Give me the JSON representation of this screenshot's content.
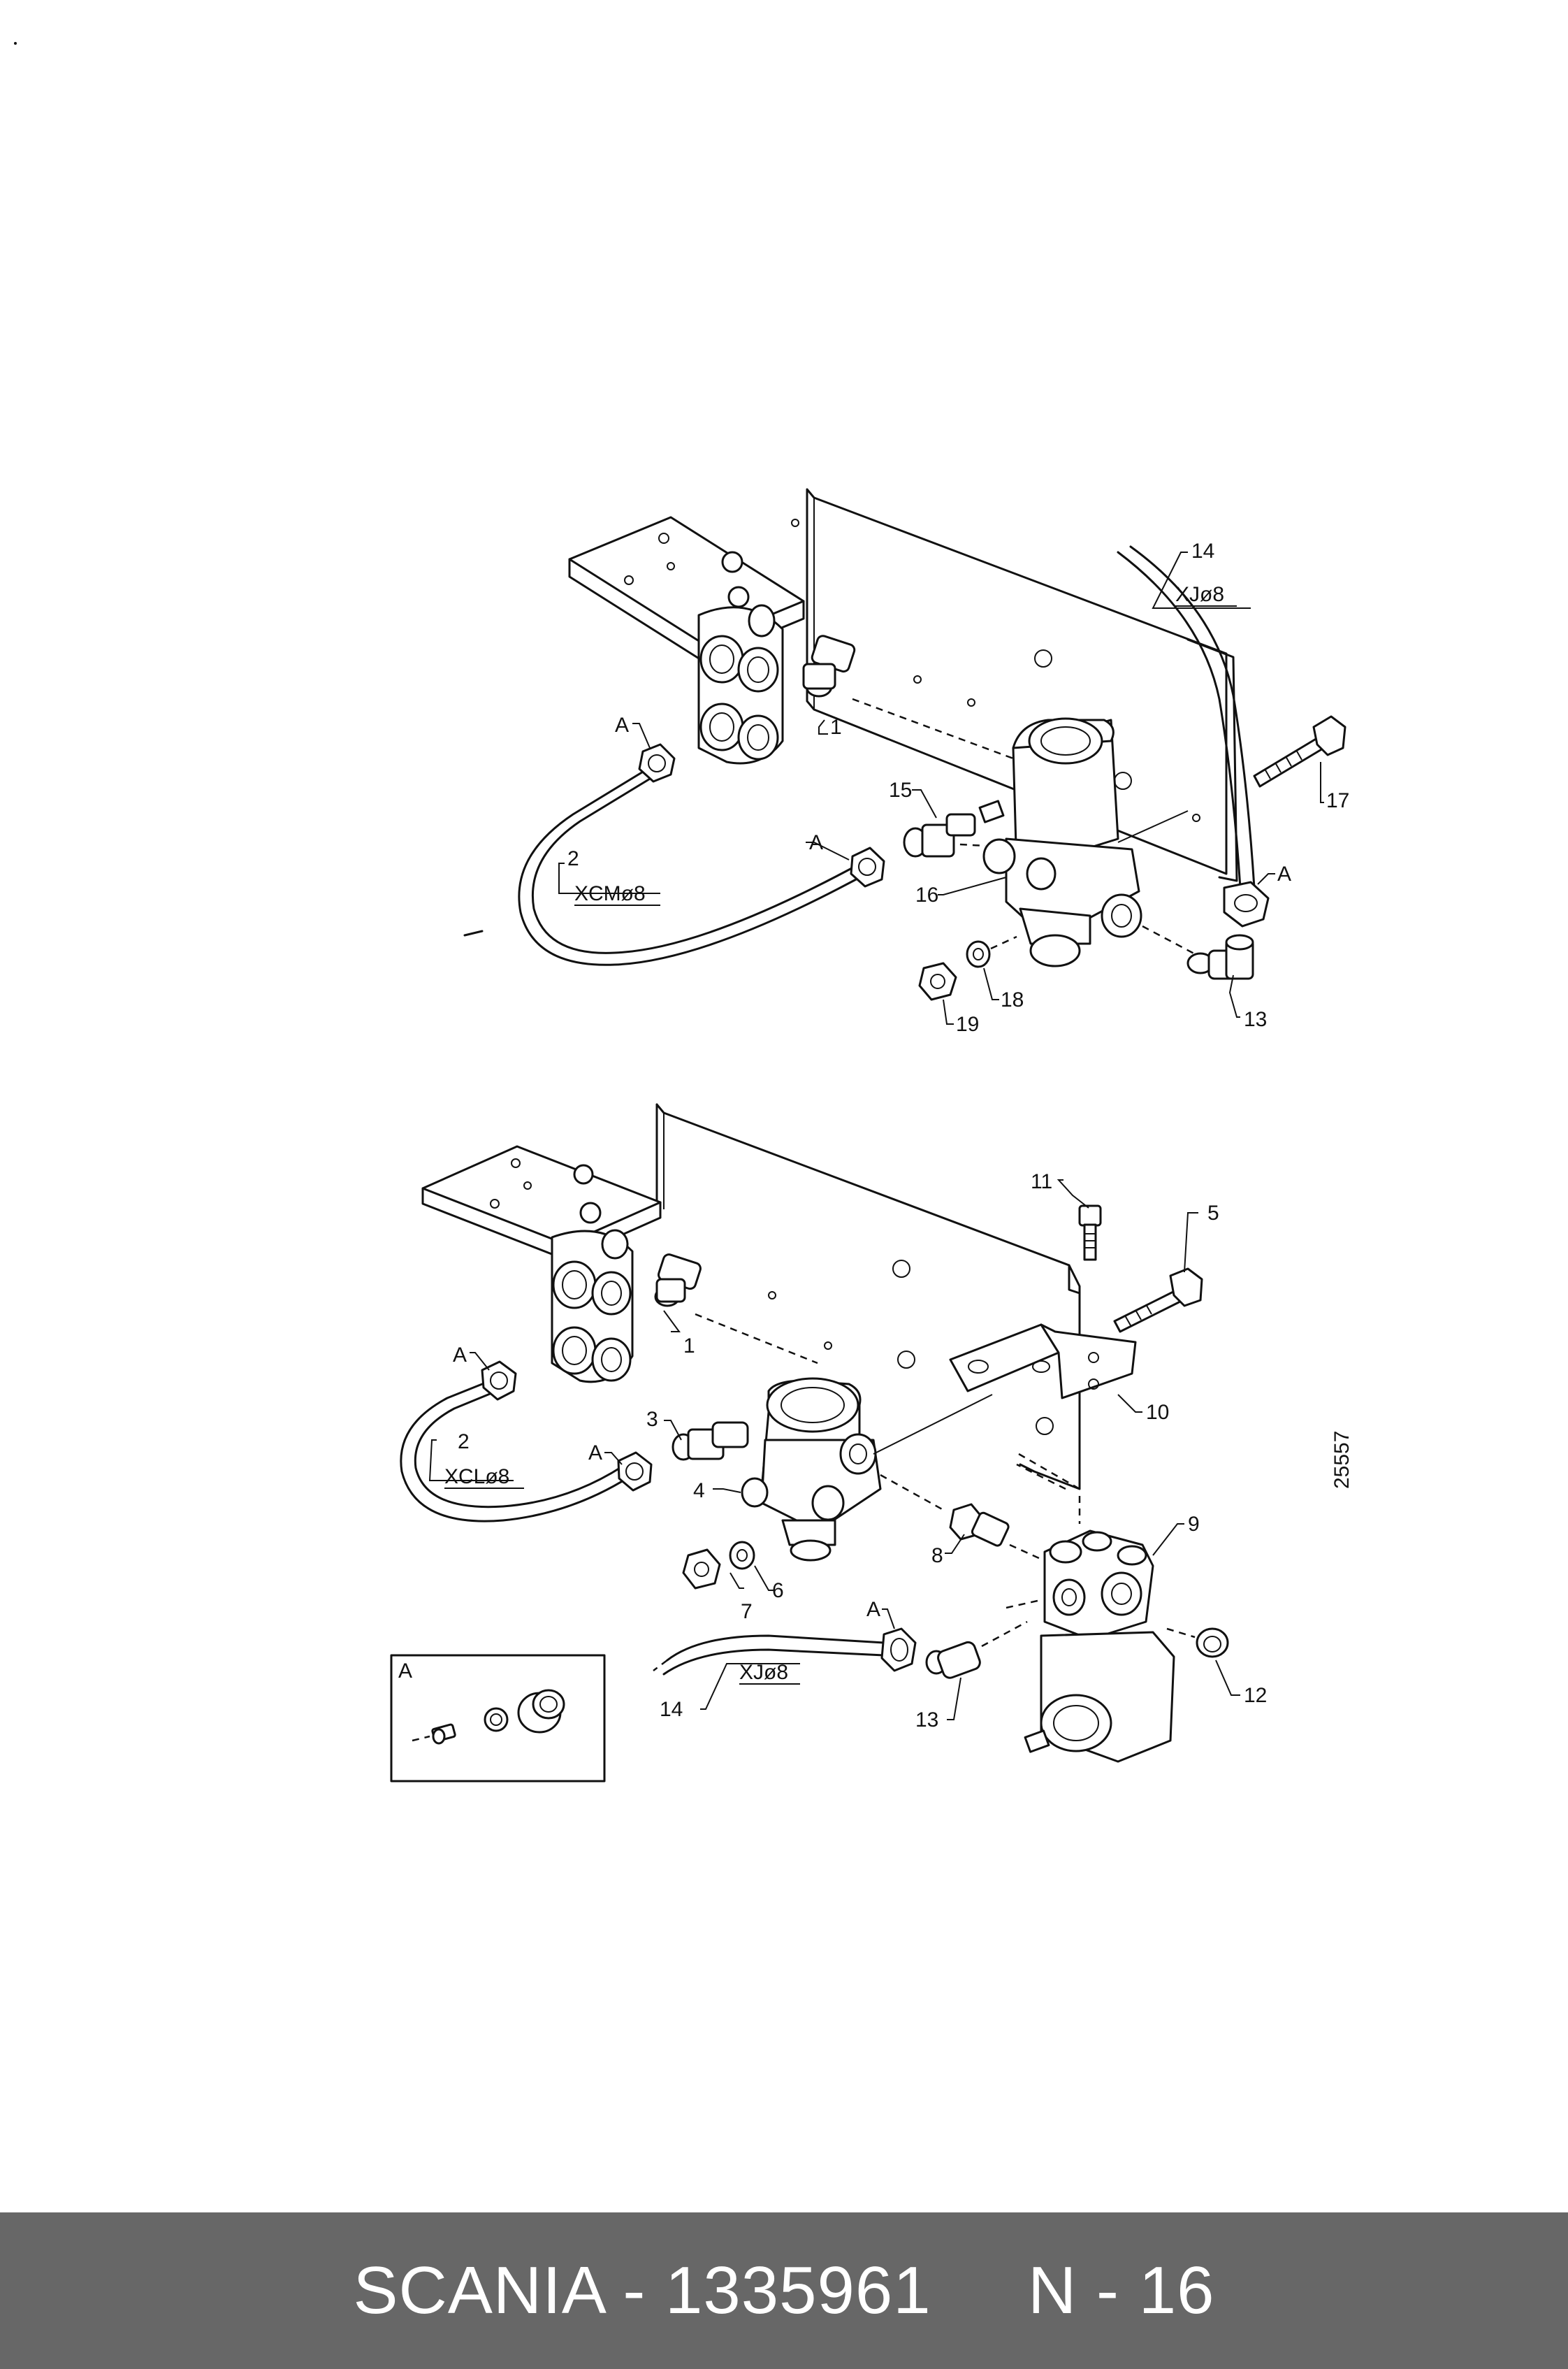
{
  "diagram": {
    "drawing_number": "25557",
    "top_assembly": {
      "callouts": {
        "c1": "1",
        "c2": "2",
        "c13": "13",
        "c14": "14",
        "c15": "15",
        "c16": "16",
        "c17": "17",
        "c18": "18",
        "c19": "19",
        "a1": "A",
        "a2": "A",
        "a3": "A"
      },
      "pipe_codes": {
        "p1": "XJø8",
        "p2": "XCMø8"
      }
    },
    "bottom_assembly": {
      "callouts": {
        "c1": "1",
        "c2": "2",
        "c3": "3",
        "c4": "4",
        "c5": "5",
        "c6": "6",
        "c7": "7",
        "c8": "8",
        "c9": "9",
        "c10": "10",
        "c11": "11",
        "c12": "12",
        "c13": "13",
        "c14": "14",
        "a1": "A",
        "a2": "A",
        "a3": "A"
      },
      "pipe_codes": {
        "p1": "XCLø8",
        "p2": "XJø8"
      }
    },
    "detail": {
      "label": "A"
    }
  },
  "footer": {
    "brand": "SCANIA",
    "text": "SCANIA - 1335961     N - 16"
  }
}
